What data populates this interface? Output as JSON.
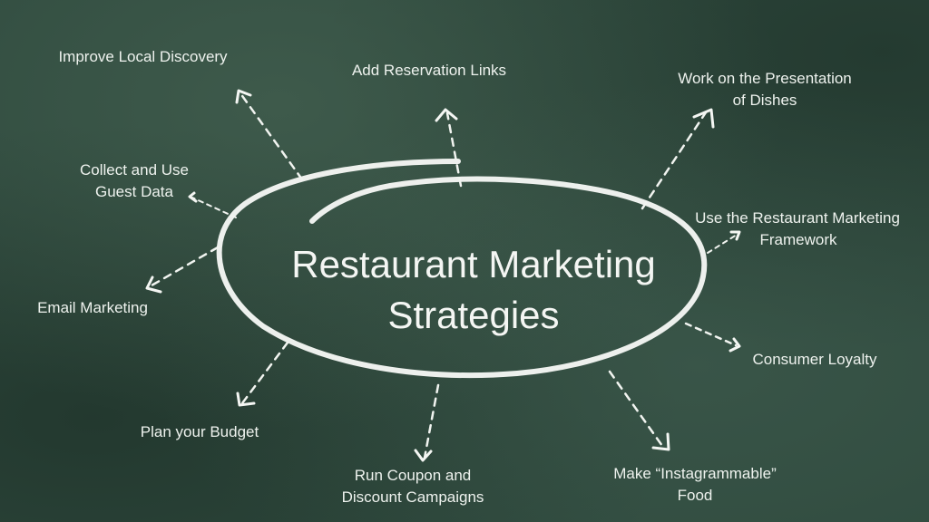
{
  "diagram": {
    "type": "mind-map",
    "style": "chalkboard",
    "colors": {
      "background": "#2f4a3e",
      "chalk": "#f4f6f3",
      "text": "#eef2ee"
    },
    "center": {
      "line1": "Restaurant Marketing",
      "line2": "Strategies"
    },
    "branches": [
      {
        "id": "improve-local-discovery",
        "lines": [
          "Improve Local Discovery"
        ]
      },
      {
        "id": "add-reservation-links",
        "lines": [
          "Add Reservation Links"
        ]
      },
      {
        "id": "presentation-of-dishes",
        "lines": [
          "Work on the Presentation",
          "of Dishes"
        ]
      },
      {
        "id": "collect-guest-data",
        "lines": [
          "Collect and Use",
          "Guest Data"
        ]
      },
      {
        "id": "marketing-framework",
        "lines": [
          "Use the Restaurant Marketing",
          "Framework"
        ]
      },
      {
        "id": "email-marketing",
        "lines": [
          "Email Marketing"
        ]
      },
      {
        "id": "consumer-loyalty",
        "lines": [
          "Consumer Loyalty"
        ]
      },
      {
        "id": "plan-budget",
        "lines": [
          "Plan your Budget"
        ]
      },
      {
        "id": "coupon-campaigns",
        "lines": [
          "Run Coupon and",
          "Discount Campaigns"
        ]
      },
      {
        "id": "instagrammable-food",
        "lines": [
          "Make “Instagrammable”",
          "Food"
        ]
      }
    ]
  }
}
